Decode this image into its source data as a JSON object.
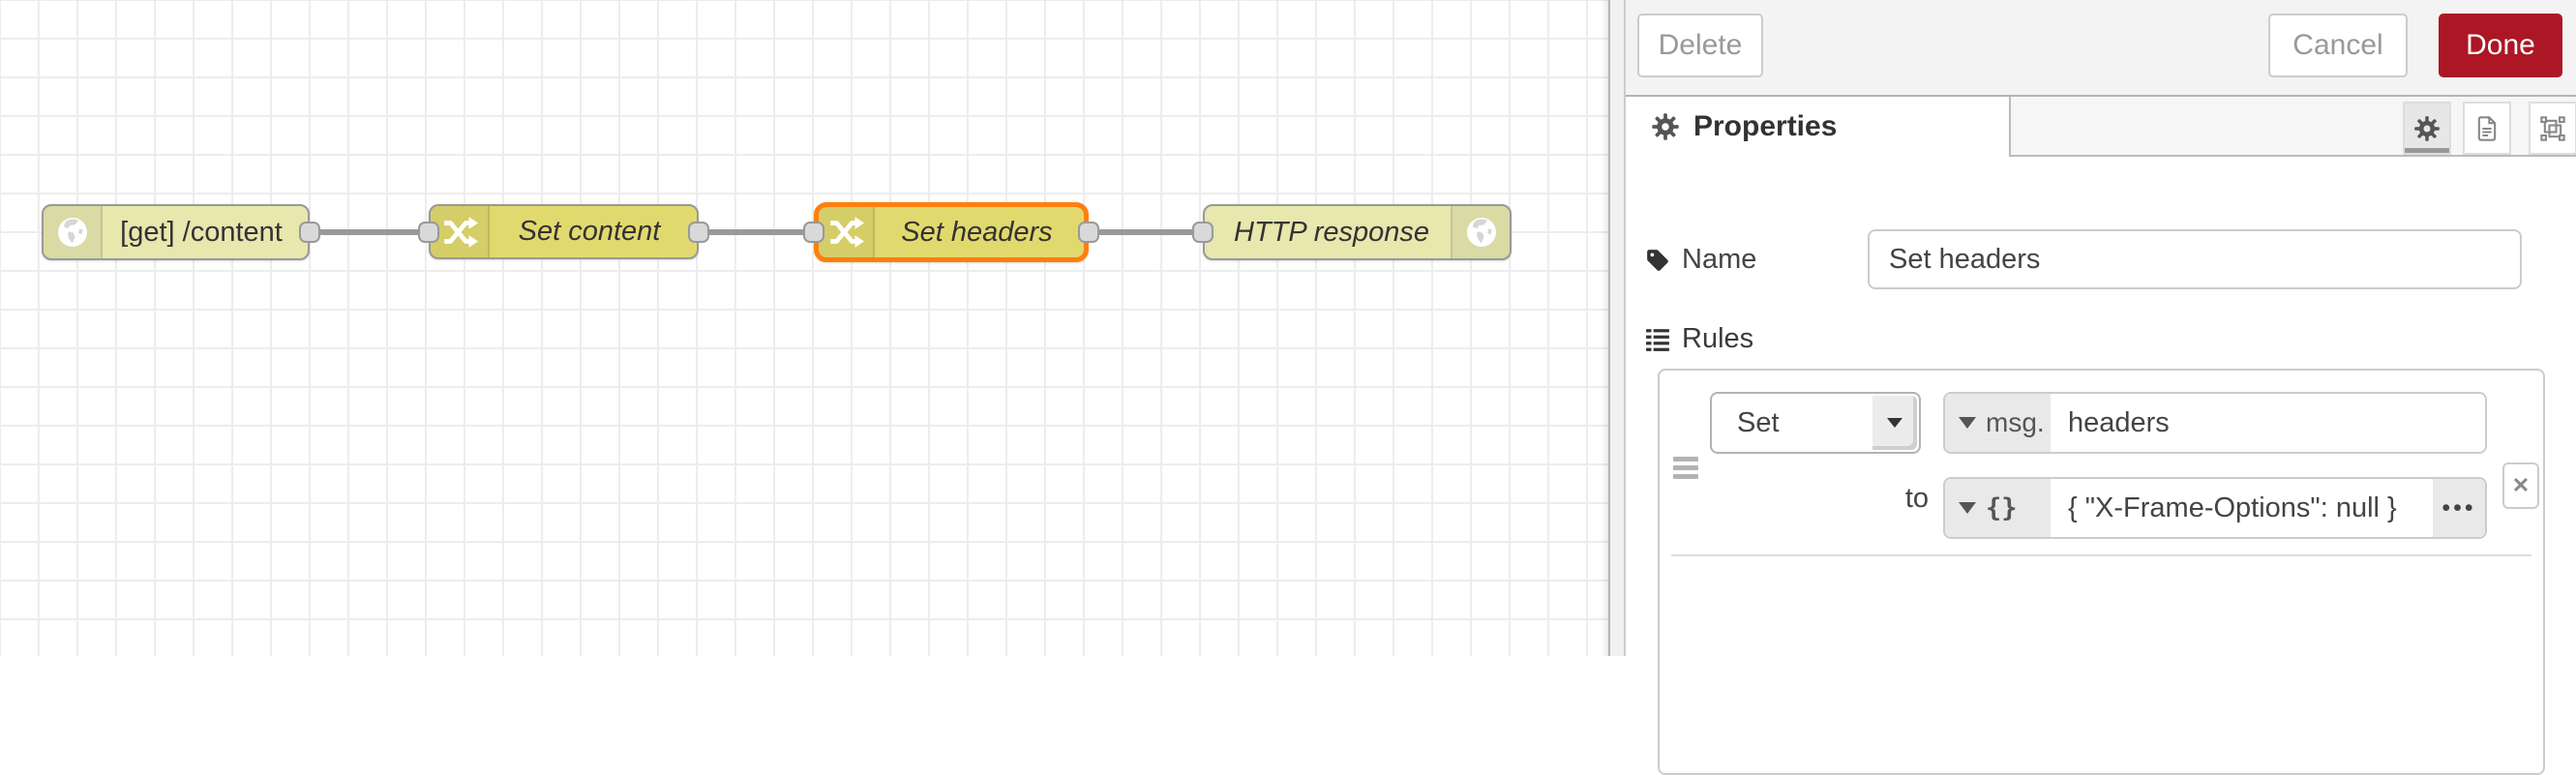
{
  "app": {
    "name": "Node-RED flow editor"
  },
  "canvas": {
    "nodes": [
      {
        "label": "[get] /content",
        "type": "http in",
        "icon": "globe-icon"
      },
      {
        "label": "Set content",
        "type": "change",
        "icon": "shuffle-icon"
      },
      {
        "label": "Set headers",
        "type": "change",
        "icon": "shuffle-icon",
        "selected": true
      },
      {
        "label": "HTTP response",
        "type": "http response",
        "icon": "globe-icon"
      }
    ]
  },
  "panel": {
    "header": {
      "delete_label": "Delete",
      "cancel_label": "Cancel",
      "done_label": "Done"
    },
    "tabs": {
      "properties_label": "Properties"
    },
    "form": {
      "name_label": "Name",
      "name_value": "Set headers",
      "rules_label": "Rules",
      "rule": {
        "action": "Set",
        "property_scope": "msg.",
        "property": "headers",
        "to_label": "to",
        "value_type": "{}",
        "value": "{ \"X-Frame-Options\": null }",
        "ellipsis_glyph": "•••",
        "delete_glyph": "✕"
      }
    }
  },
  "colors": {
    "selected_border": "#ff7f0e",
    "done_button": "#AD1625",
    "http_node_fill": "#e7e7ae",
    "change_node_fill": "#e2d96e",
    "wire": "#999999",
    "panel_bg": "#f3f3f3"
  }
}
